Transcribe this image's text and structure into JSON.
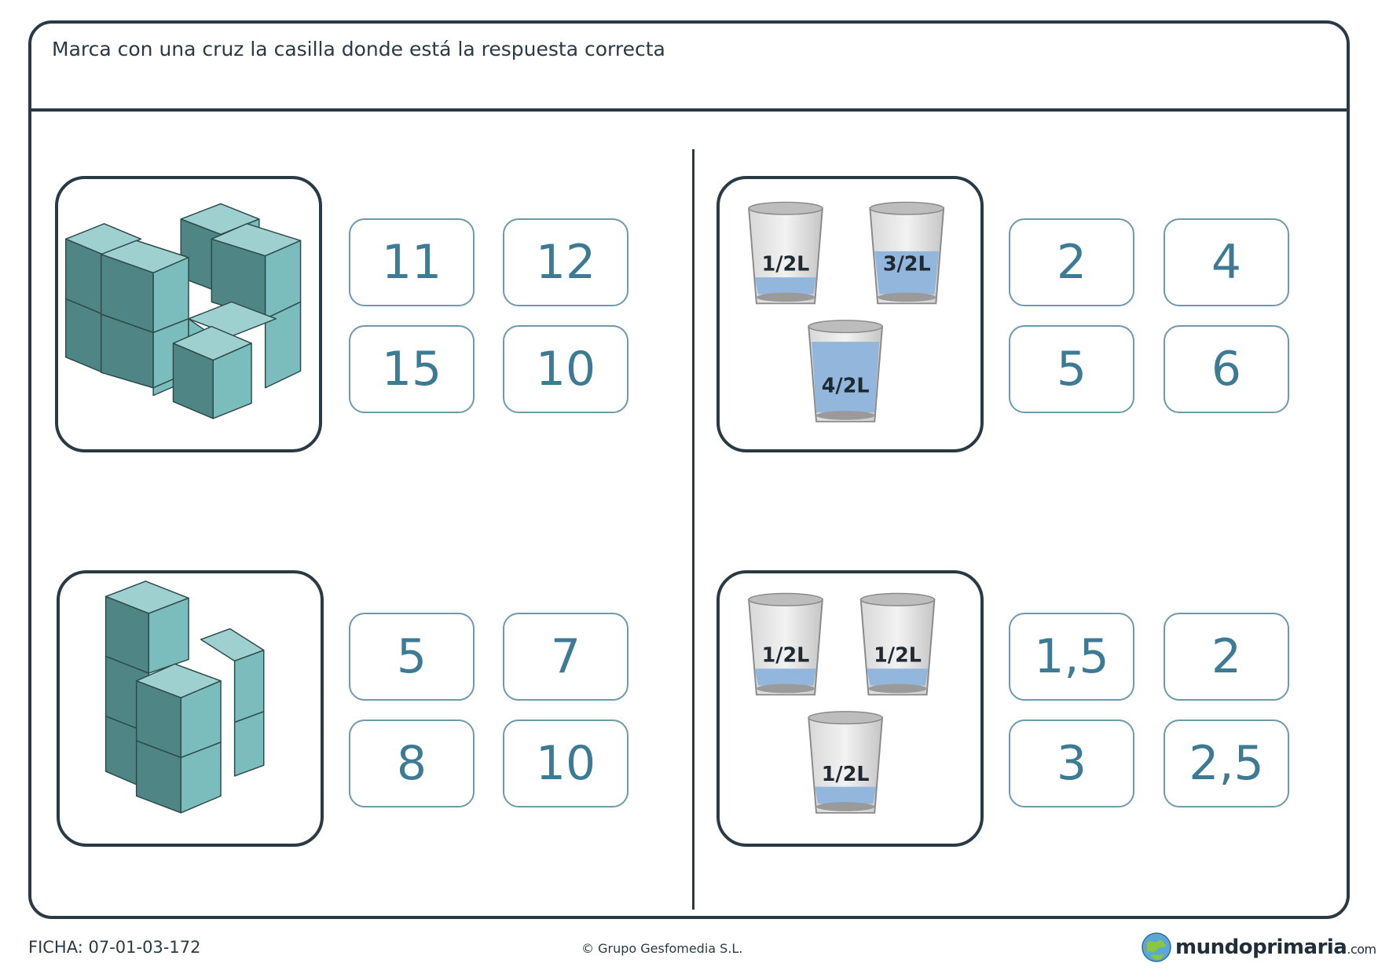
{
  "instruction": "Marca con una cruz la casilla donde está la respuesta correcta",
  "questions": [
    {
      "image": "cube-stack-icon",
      "options": [
        "11",
        "12",
        "15",
        "10"
      ]
    },
    {
      "image": "water-glasses-icon",
      "glass_labels": [
        "1/2L",
        "3/2L",
        "4/2L"
      ],
      "options": [
        "2",
        "4",
        "5",
        "6"
      ]
    },
    {
      "image": "cube-tower-icon",
      "options": [
        "5",
        "7",
        "8",
        "10"
      ]
    },
    {
      "image": "water-glasses-icon",
      "glass_labels": [
        "1/2L",
        "1/2L",
        "1/2L"
      ],
      "options": [
        "1,5",
        "2",
        "3",
        "2,5"
      ]
    }
  ],
  "colors": {
    "border": "#2a3a44",
    "option_border": "#6e9aab",
    "option_text": "#3d7a93",
    "cube": "#7bbcbc",
    "water": "#92b6dc"
  },
  "footer": {
    "ficha": "FICHA: 07-01-03-172",
    "copyright": "© Grupo Gesfomedia S.L.",
    "logo_main": "mundoprimaria",
    "logo_domain": ".com"
  }
}
